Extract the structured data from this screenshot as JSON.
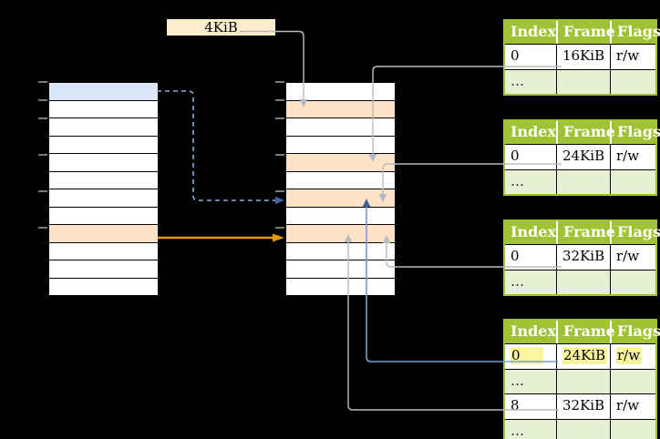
{
  "size_label": {
    "text": "4KiB"
  },
  "virtual_memory_column": {
    "row_count": 12,
    "selected_blue_row_index": 1,
    "selected_orange_row_index": 9
  },
  "physical_memory_column": {
    "row_count": 12,
    "orange_frame_row_indices": [
      2,
      5,
      7,
      9
    ]
  },
  "page_tables": [
    {
      "headers": [
        "Index",
        "Frame",
        "Flags"
      ],
      "rows": [
        {
          "index": "0",
          "frame": "16KiB",
          "flags": "r/w"
        },
        {
          "index": "…",
          "frame": "",
          "flags": ""
        }
      ]
    },
    {
      "headers": [
        "Index",
        "Frame",
        "Flags"
      ],
      "rows": [
        {
          "index": "0",
          "frame": "24KiB",
          "flags": "r/w"
        },
        {
          "index": "…",
          "frame": "",
          "flags": ""
        }
      ]
    },
    {
      "headers": [
        "Index",
        "Frame",
        "Flags"
      ],
      "rows": [
        {
          "index": "0",
          "frame": "32KiB",
          "flags": "r/w"
        },
        {
          "index": "…",
          "frame": "",
          "flags": ""
        }
      ]
    },
    {
      "headers": [
        "Index",
        "Frame",
        "Flags"
      ],
      "rows": [
        {
          "index": "0",
          "frame": "24KiB",
          "flags": "r/w",
          "highlighted": true
        },
        {
          "index": "…",
          "frame": "",
          "flags": ""
        },
        {
          "index": "8",
          "frame": "32KiB",
          "flags": "r/w"
        },
        {
          "index": "…",
          "frame": "",
          "flags": ""
        }
      ]
    }
  ],
  "arrows": [
    {
      "name": "4kib-label-to-frame",
      "color": "#bbbbbb",
      "style": "solid"
    },
    {
      "name": "table1-16kib-to-frame",
      "color": "#bbbbbb",
      "style": "solid"
    },
    {
      "name": "table2-24kib-to-frame",
      "color": "#bbbbbb",
      "style": "solid"
    },
    {
      "name": "table3-32kib-to-frame",
      "color": "#bbbbbb",
      "style": "solid"
    },
    {
      "name": "table4-24kib-to-frame",
      "color": "#7b9bd0",
      "style": "solid"
    },
    {
      "name": "table4-32kib-to-frame",
      "color": "#bbbbbb",
      "style": "solid"
    },
    {
      "name": "virtual-page-to-frame-dashed",
      "color": "#94abd8",
      "style": "dashed"
    },
    {
      "name": "virtual-page-to-frame-orange",
      "color": "#de9b06",
      "style": "solid"
    }
  ],
  "colors": {
    "background": "#000000",
    "label_fill": "#fbecce",
    "blue_page_fill": "#dbe7f8",
    "orange_frame_fill": "#fce3c8",
    "table_header_green": "#a0c235",
    "table_alt_row_green": "#e7efd5",
    "highlight_yellow": "#fbf59f"
  }
}
